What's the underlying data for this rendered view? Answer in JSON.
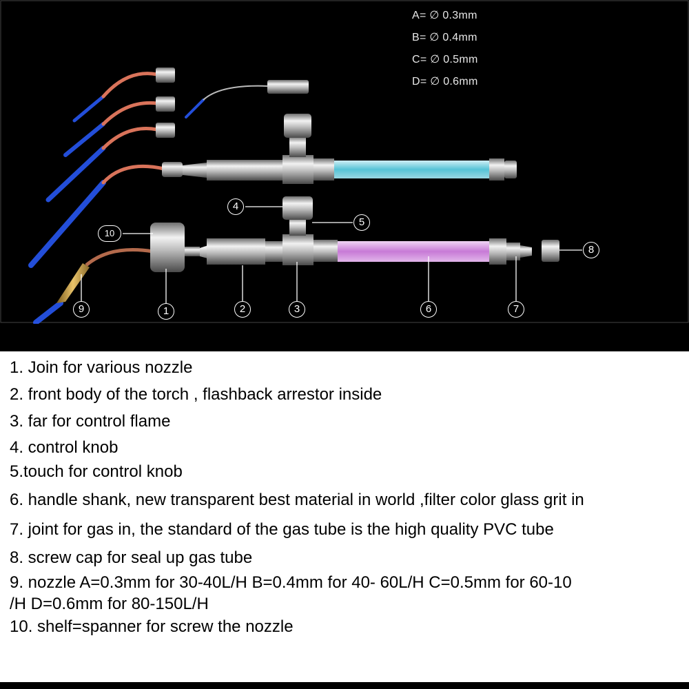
{
  "specs": [
    "A= ∅ 0.3mm",
    "B= ∅ 0.4mm",
    "C= ∅ 0.5mm",
    "D= ∅ 0.6mm"
  ],
  "callouts": [
    "1",
    "2",
    "3",
    "4",
    "5",
    "6",
    "7",
    "8",
    "9",
    "10"
  ],
  "legend": [
    "1. Join for various nozzle",
    "2. front body of the torch , flashback arrestor inside",
    "3. far for control flame",
    "4. control knob",
    "5.touch for control knob",
    "6. handle shank, new  transparent best material  in world ,filter color glass grit in",
    "7. joint for gas in, the standard of the gas tube is the high quality PVC tube",
    "8. screw cap for seal up gas tube",
    "9. nozzle  A=0.3mm  for 30-40L/H B=0.4mm  for  40- 60L/H C=0.5mm for 60-10",
    "/H D=0.6mm  for 80-150L/H",
    "10. shelf=spanner for screw the nozzle"
  ],
  "colors": {
    "background": "#000000",
    "legend_background": "#ffffff",
    "flame": "#2a5cff",
    "nozzle_tube": "#d9735a",
    "gas_tube_top": "#56c3d6",
    "gas_tube_bottom": "#c77ad6"
  }
}
